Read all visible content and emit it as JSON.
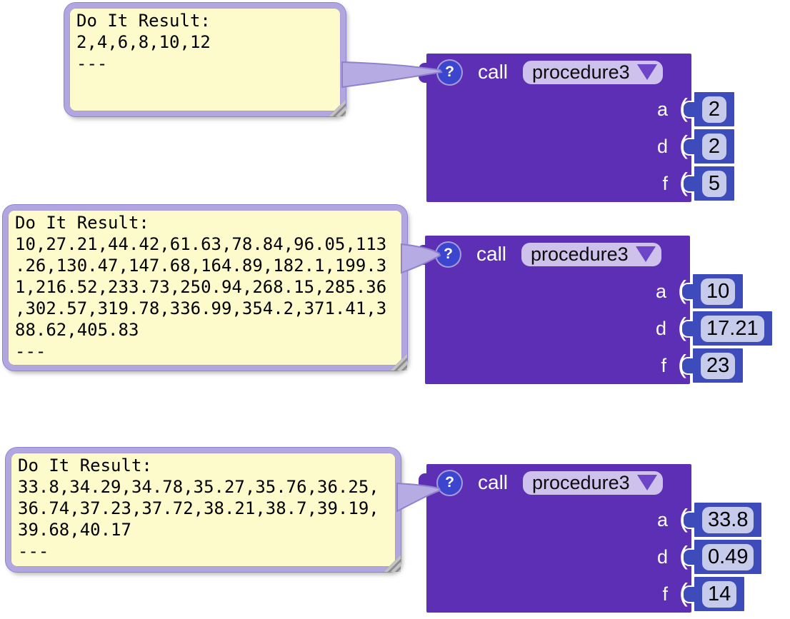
{
  "icons": {
    "help_glyph": "?",
    "dropdown_arrow": "▼",
    "resize_handle": "diagonal-grip"
  },
  "labels": {
    "open_paren": "("
  },
  "colors": {
    "block_purple": "#5C2FB4",
    "help_icon_blue": "#3C45CE",
    "number_block_blue": "#3D4CBA",
    "number_field_lavender": "#C6CBEC",
    "dropdown_lavender": "#CEC2EC",
    "dropdown_arrow_purple": "#6D46C8",
    "bubble_yellow": "#FDFACB",
    "bubble_border_lavender": "#B2A6E0"
  },
  "groups": [
    {
      "bubble": {
        "text": "Do It Result:\n2,4,6,8,10,12\n---"
      },
      "block": {
        "call_label": "call",
        "procedure_name": "procedure3",
        "params": [
          {
            "label": "a",
            "value": "2"
          },
          {
            "label": "d",
            "value": "2"
          },
          {
            "label": "f",
            "value": "5"
          }
        ]
      }
    },
    {
      "bubble": {
        "text": "Do It Result:\n10,27.21,44.42,61.63,78.84,96.05,113\n.26,130.47,147.68,164.89,182.1,199.3\n1,216.52,233.73,250.94,268.15,285.36\n,302.57,319.78,336.99,354.2,371.41,3\n88.62,405.83\n---"
      },
      "block": {
        "call_label": "call",
        "procedure_name": "procedure3",
        "params": [
          {
            "label": "a",
            "value": "10"
          },
          {
            "label": "d",
            "value": "17.21"
          },
          {
            "label": "f",
            "value": "23"
          }
        ]
      }
    },
    {
      "bubble": {
        "text": "Do It Result:\n33.8,34.29,34.78,35.27,35.76,36.25,\n36.74,37.23,37.72,38.21,38.7,39.19,\n39.68,40.17\n---"
      },
      "block": {
        "call_label": "call",
        "procedure_name": "procedure3",
        "params": [
          {
            "label": "a",
            "value": "33.8"
          },
          {
            "label": "d",
            "value": "0.49"
          },
          {
            "label": "f",
            "value": "14"
          }
        ]
      }
    }
  ]
}
